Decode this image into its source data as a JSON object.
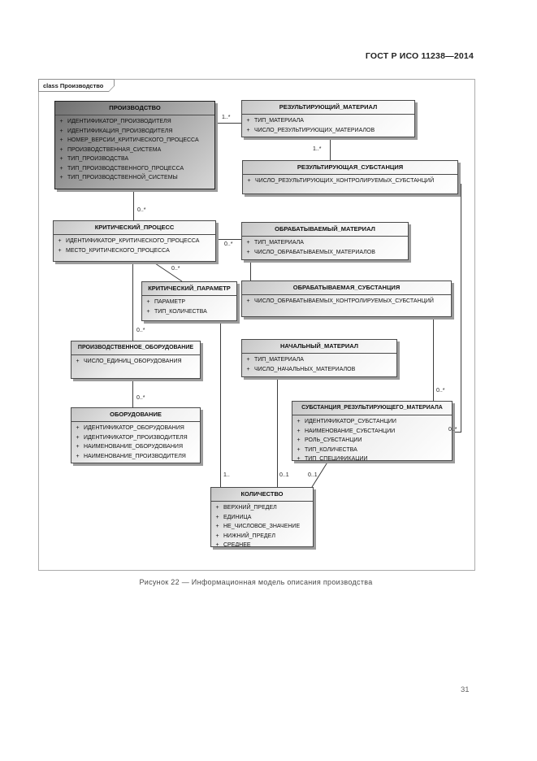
{
  "page": {
    "header": "ГОСТ Р ИСО 11238—2014",
    "caption": "Рисунок 22 — Информационная модель описания производства",
    "page_number": "31"
  },
  "diagram": {
    "frame_label": "class Производство",
    "attr_prefix": "+",
    "classes": [
      {
        "title": "ПРОИЗВОДСТВО",
        "attributes": [
          "ИДЕНТИФИКАТОР_ПРОИЗВОДИТЕЛЯ",
          "ИДЕНТИФИКАЦИЯ_ПРОИЗВОДИТЕЛЯ",
          "НОМЕР_ВЕРСИИ_КРИТИЧЕСКОГО_ПРОЦЕССА",
          "ПРОИЗВОДСТВЕННАЯ_СИСТЕМА",
          "ТИП_ПРОИЗВОДСТВА",
          "ТИП_ПРОИЗВОДСТВЕННОГО_ПРОЦЕССА",
          "ТИП_ПРОИЗВОДСТВЕННОЙ_СИСТЕМЫ"
        ]
      },
      {
        "title": "РЕЗУЛЬТИРУЮЩИЙ_МАТЕРИАЛ",
        "attributes": [
          "ТИП_МАТЕРИАЛА",
          "ЧИСЛО_РЕЗУЛЬТИРУЮЩИХ_МАТЕРИАЛОВ"
        ]
      },
      {
        "title": "РЕЗУЛЬТИРУЮЩАЯ_СУБСТАНЦИЯ",
        "attributes": [
          "ЧИСЛО_РЕЗУЛЬТИРУЮЩИХ_КОНТРОЛИРУЕМЫХ_СУБСТАНЦИЙ"
        ]
      },
      {
        "title": "КРИТИЧЕСКИЙ_ПРОЦЕСС",
        "attributes": [
          "ИДЕНТИФИКАТОР_КРИТИЧЕСКОГО_ПРОЦЕССА",
          "МЕСТО_КРИТИЧЕСКОГО_ПРОЦЕССА"
        ]
      },
      {
        "title": "ОБРАБАТЫВАЕМЫЙ_МАТЕРИАЛ",
        "attributes": [
          "ТИП_МАТЕРИАЛА",
          "ЧИСЛО_ОБРАБАТЫВАЕМЫХ_МАТЕРИАЛОВ"
        ]
      },
      {
        "title": "КРИТИЧЕСКИЙ_ПАРАМЕТР",
        "attributes": [
          "ПАРАМЕТР",
          "ТИП_КОЛИЧЕСТВА"
        ]
      },
      {
        "title": "ОБРАБАТЫВАЕМАЯ_СУБСТАНЦИЯ",
        "attributes": [
          "ЧИСЛО_ОБРАБАТЫВАЕМЫХ_КОНТРОЛИРУЕМЫХ_СУБСТАНЦИЙ"
        ]
      },
      {
        "title": "ПРОИЗВОДСТВЕННОЕ_ОБОРУДОВАНИЕ",
        "attributes": [
          "ЧИСЛО_ЕДИНИЦ_ОБОРУДОВАНИЯ"
        ]
      },
      {
        "title": "НАЧАЛЬНЫЙ_МАТЕРИАЛ",
        "attributes": [
          "ТИП_МАТЕРИАЛА",
          "ЧИСЛО_НАЧАЛЬНЫХ_МАТЕРИАЛОВ"
        ]
      },
      {
        "title": "ОБОРУДОВАНИЕ",
        "attributes": [
          "ИДЕНТИФИКАТОР_ОБОРУДОВАНИЯ",
          "ИДЕНТИФИКАТОР_ПРОИЗВОДИТЕЛЯ",
          "НАИМЕНОВАНИЕ_ОБОРУДОВАНИЯ",
          "НАИМЕНОВАНИЕ_ПРОИЗВОДИТЕЛЯ"
        ]
      },
      {
        "title": "СУБСТАНЦИЯ_РЕЗУЛЬТИРУЮЩЕГО_МАТЕРИАЛА",
        "attributes": [
          "ИДЕНТИФИКАТОР_СУБСТАНЦИИ",
          "НАИМЕНОВАНИЕ_СУБСТАНЦИИ",
          "РОЛЬ_СУБСТАНЦИИ",
          "ТИП_КОЛИЧЕСТВА",
          "ТИП_СПЕЦИФИКАЦИИ"
        ]
      },
      {
        "title": "КОЛИЧЕСТВО",
        "attributes": [
          "ВЕРХНИЙ_ПРЕДЕЛ",
          "ЕДИНИЦА",
          "НЕ_ЧИСЛОВОЕ_ЗНАЧЕНИЕ",
          "НИЖНИЙ_ПРЕДЕЛ",
          "СРЕДНЕЕ"
        ]
      }
    ],
    "multiplicities": [
      {
        "label": "1..*"
      },
      {
        "label": "1..*"
      },
      {
        "label": "0..*"
      },
      {
        "label": "0..*"
      },
      {
        "label": "0..*"
      },
      {
        "label": "0..*"
      },
      {
        "label": "0..*"
      },
      {
        "label": "0..*"
      },
      {
        "label": "0..*"
      },
      {
        "label": "1.."
      },
      {
        "label": "0..1"
      },
      {
        "label": "0..1"
      }
    ],
    "colors": {
      "box_border": "#4a4a4a",
      "box_shadow": "#9c9c9c",
      "emphasized_fill": "#6f6f6f",
      "connector": "#3d3d3d"
    }
  }
}
